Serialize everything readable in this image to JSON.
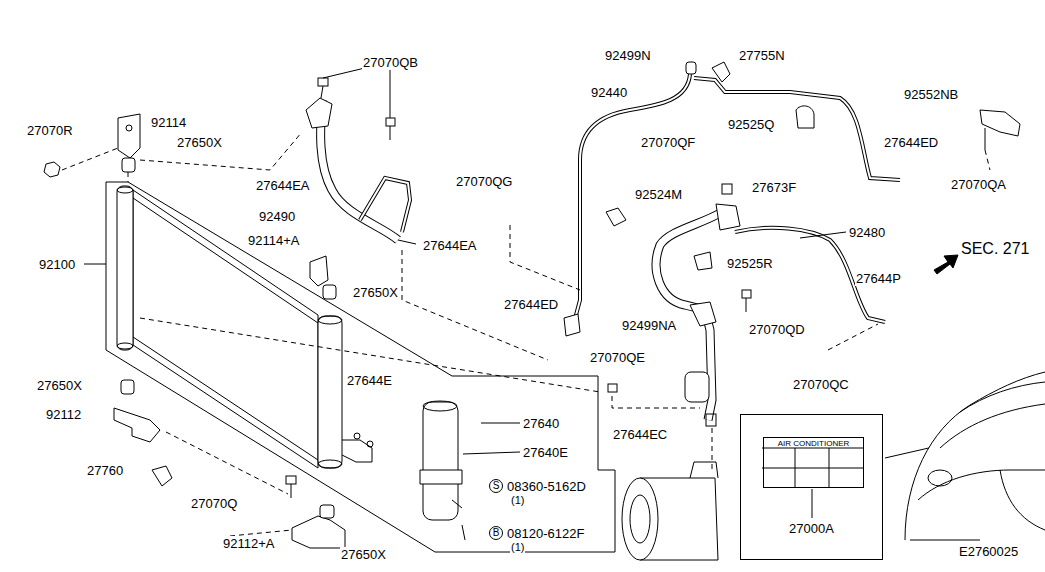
{
  "diagram": {
    "nodes": [
      {
        "text": [
          "27000A"
        ]
      },
      {
        "text": [
          "AIR CONDITIONER"
        ],
        "in": 0
      },
      {
        "text": [
          "S"
        ]
      },
      {
        "text": [
          "B"
        ]
      }
    ],
    "labels": [
      "27070QB",
      "92114",
      "27070R",
      "27650X",
      "27644EA",
      "92490",
      "27644EA",
      "92114+A",
      "92100",
      "27650X",
      "27650X",
      "92112",
      "27644E",
      "27760",
      "27070Q",
      "92112+A",
      "27650X",
      "27640",
      "27640E",
      "08360-5162D",
      "(1)",
      "08120-6122F",
      "(1)",
      "27070QG",
      "92499N",
      "27755N",
      "92440",
      "92525Q",
      "92524M",
      "27070QF",
      "27673F",
      "92552NB",
      "27644ED",
      "27070QA",
      "92480",
      "SEC. 271",
      "27644P",
      "92525R",
      "27644ED",
      "92499NA",
      "27070QD",
      "27070QE",
      "27070QC",
      "27644EC",
      "E2760025"
    ]
  }
}
